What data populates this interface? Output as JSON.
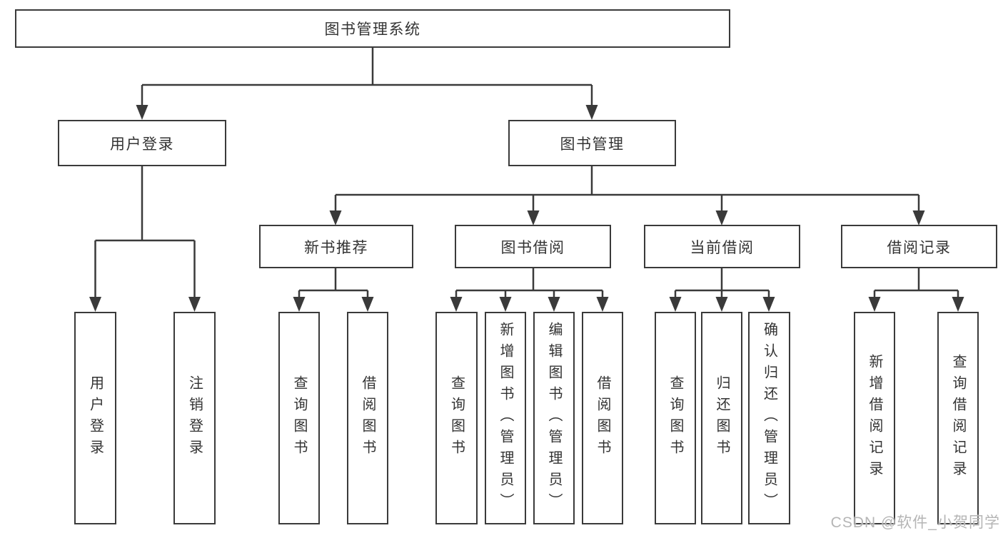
{
  "diagram": {
    "root": {
      "label": "图书管理系统"
    },
    "user_login_branch": {
      "label": "用户登录",
      "children": [
        {
          "label": "用户登录"
        },
        {
          "label": "注销登录"
        }
      ]
    },
    "book_mgmt_branch": {
      "label": "图书管理",
      "sections": [
        {
          "label": "新书推荐",
          "children": [
            {
              "label": "查询图书"
            },
            {
              "label": "借阅图书"
            }
          ]
        },
        {
          "label": "图书借阅",
          "children": [
            {
              "label": "查询图书"
            },
            {
              "label": "新增图书（管理员）"
            },
            {
              "label": "编辑图书（管理员）"
            },
            {
              "label": "借阅图书"
            }
          ]
        },
        {
          "label": "当前借阅",
          "children": [
            {
              "label": "查询图书"
            },
            {
              "label": "归还图书"
            },
            {
              "label": "确认归还（管理员）"
            }
          ]
        },
        {
          "label": "借阅记录",
          "children": [
            {
              "label": "新增借阅记录"
            },
            {
              "label": "查询借阅记录"
            }
          ]
        }
      ]
    }
  },
  "watermark": {
    "text": "CSDN @软件_小贺同学"
  },
  "colors": {
    "line": "#3a3a3a",
    "text": "#333333",
    "background": "#ffffff",
    "watermark": "#b5b5b5"
  }
}
